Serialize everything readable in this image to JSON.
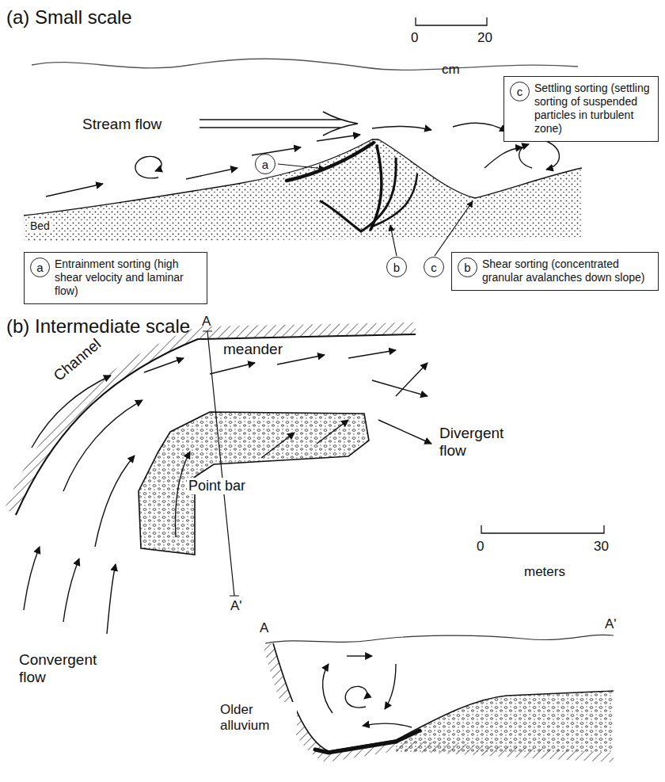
{
  "diagram": {
    "nodes": [
      {
        "text": [
          "Settling sorting (settling sorting of suspended particles in turbulent zone)"
        ]
      },
      {
        "text": [
          "c"
        ],
        "in": 0
      },
      {
        "text": [
          "Entrainment sorting (high shear velocity and laminar flow)"
        ]
      },
      {
        "text": [
          "a"
        ],
        "in": 2
      },
      {
        "text": [
          "Shear sorting (concentrated granular avalanches down slope)"
        ]
      },
      {
        "text": [
          "b"
        ],
        "in": 4
      },
      {
        "text": [
          "a"
        ]
      },
      {
        "text": [
          "b"
        ]
      },
      {
        "text": [
          "c"
        ]
      }
    ],
    "labels": [
      "(a) Small scale",
      "0",
      "20",
      "cm",
      "Stream flow",
      "Bed",
      "(b) Intermediate scale",
      "Channel",
      "meander",
      "A",
      "A'",
      "Point bar",
      "Divergent flow",
      "0",
      "30",
      "meters",
      "Convergent flow",
      "A",
      "A'",
      "Older alluvium"
    ]
  }
}
